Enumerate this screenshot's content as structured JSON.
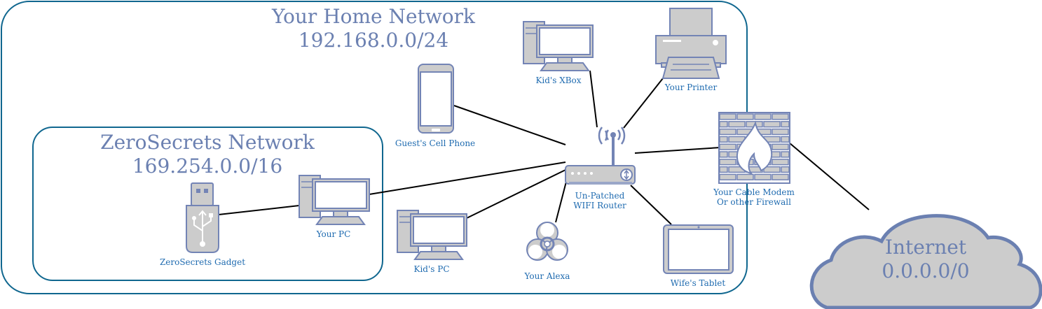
{
  "home_network": {
    "title": "Your Home Network",
    "subnet": "192.168.0.0/24"
  },
  "zerosecrets_network": {
    "title": "ZeroSecrets Network",
    "subnet": "169.254.0.0/16"
  },
  "internet": {
    "title": "Internet",
    "subnet": "0.0.0.0/0"
  },
  "devices": {
    "xbox": "Kid's XBox",
    "printer": "Your Printer",
    "cell_phone": "Guest's Cell Phone",
    "router_line1": "Un-Patched",
    "router_line2": "WIFI Router",
    "firewall_line1": "Your Cable Modem",
    "firewall_line2": "Or other Firewall",
    "your_pc": "Your PC",
    "gadget": "ZeroSecrets Gadget",
    "kids_pc": "Kid's PC",
    "alexa": "Your Alexa",
    "tablet": "Wife's Tablet"
  },
  "colors": {
    "container_border": "#10678f",
    "title_text": "#6b80b1",
    "label_text": "#1f6bb0",
    "icon_fill": "#cccccc",
    "icon_stroke": "#7384b5"
  }
}
